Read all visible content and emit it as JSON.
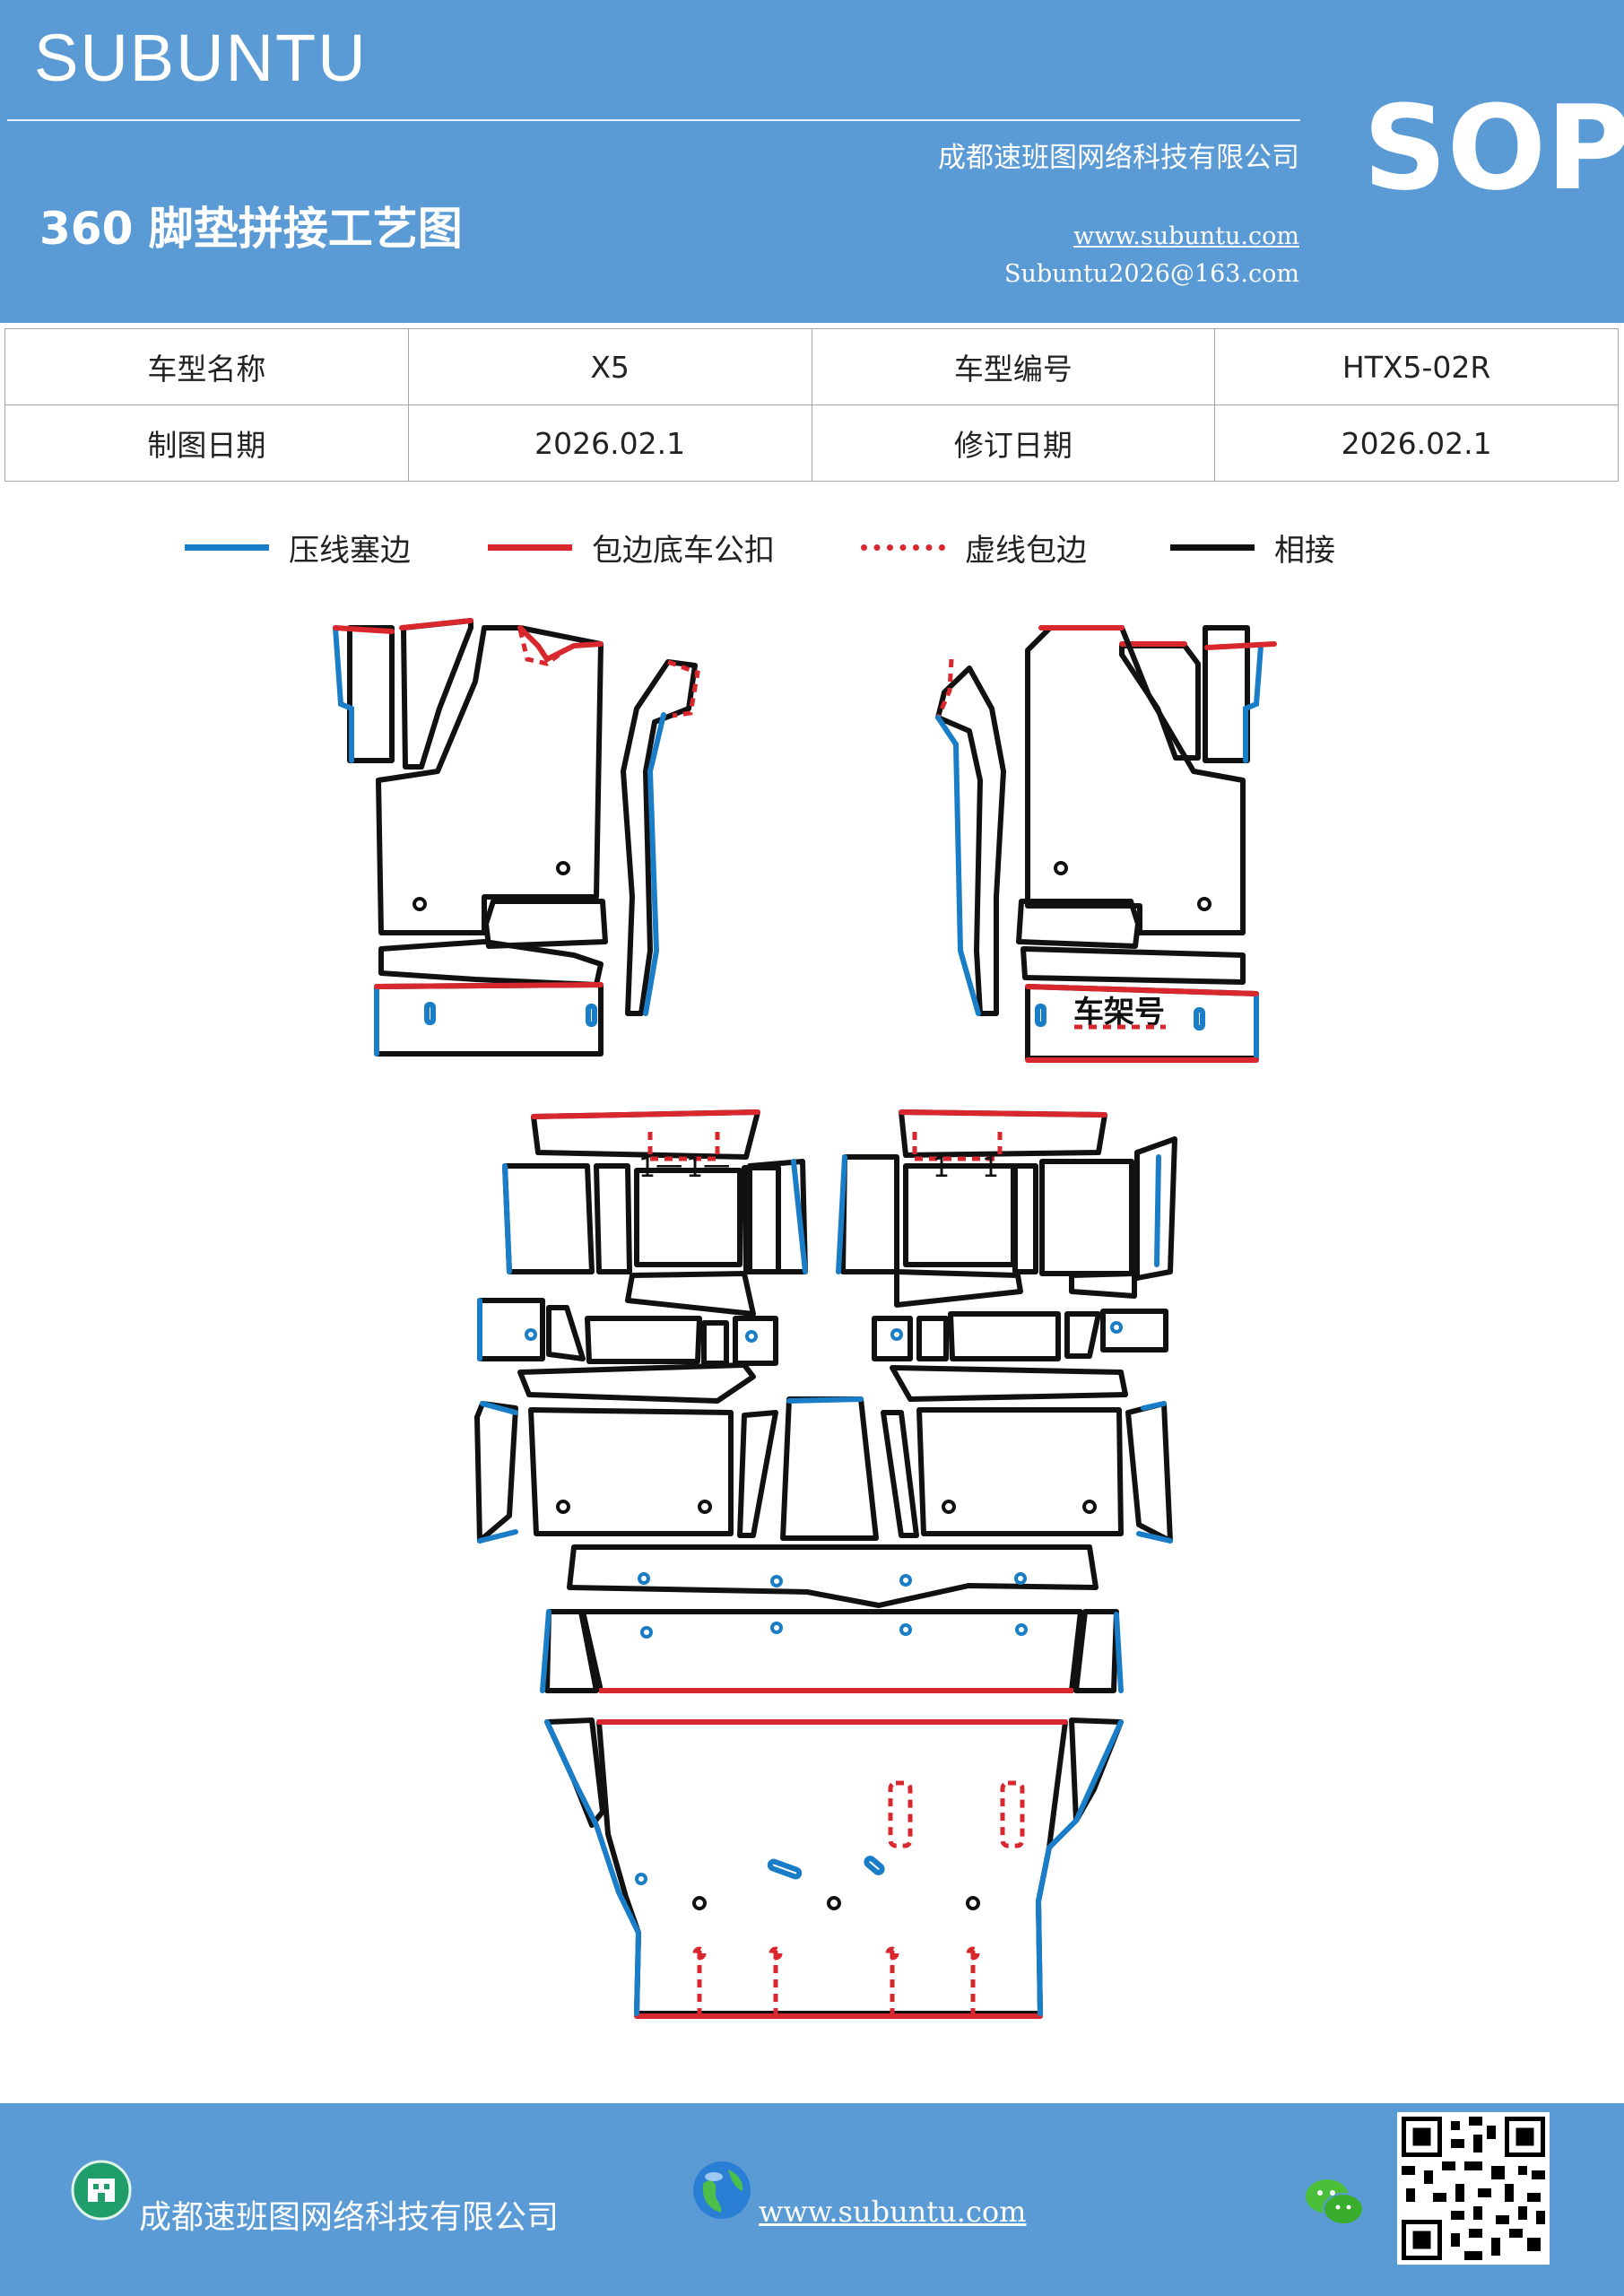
{
  "header": {
    "brand": "SUBUNTU",
    "sop": "SOP",
    "title": "360 脚垫拼接工艺图",
    "company": "成都速班图网络科技有限公司",
    "website": "www.subuntu.com",
    "email": "Subuntu2026@163.com"
  },
  "info_table": {
    "row1": {
      "label_a": "车型名称",
      "value_a": "X5",
      "label_b": "车型编号",
      "value_b": "HTX5-02R"
    },
    "row2": {
      "label_a": "制图日期",
      "value_a": "2026.02.1",
      "label_b": "修订日期",
      "value_b": "2026.02.1"
    }
  },
  "legend": [
    {
      "label": "压线塞边",
      "color": "#1a7dc7",
      "style": "solid"
    },
    {
      "label": "包边底车公扣",
      "color": "#d8272d",
      "style": "solid"
    },
    {
      "label": "虚线包边",
      "color": "#d8272d",
      "style": "dotted"
    },
    {
      "label": "相接",
      "color": "#111111",
      "style": "solid"
    }
  ],
  "diagram": {
    "frame_label": "车架号",
    "seat_rail_marks": [
      "1一",
      "1一",
      "1一",
      "1一"
    ]
  },
  "footer": {
    "company": "成都速班图网络科技有限公司",
    "website": "www.subuntu.com",
    "icons": [
      "building-icon",
      "globe-icon",
      "wechat-icon",
      "qr-code"
    ]
  }
}
